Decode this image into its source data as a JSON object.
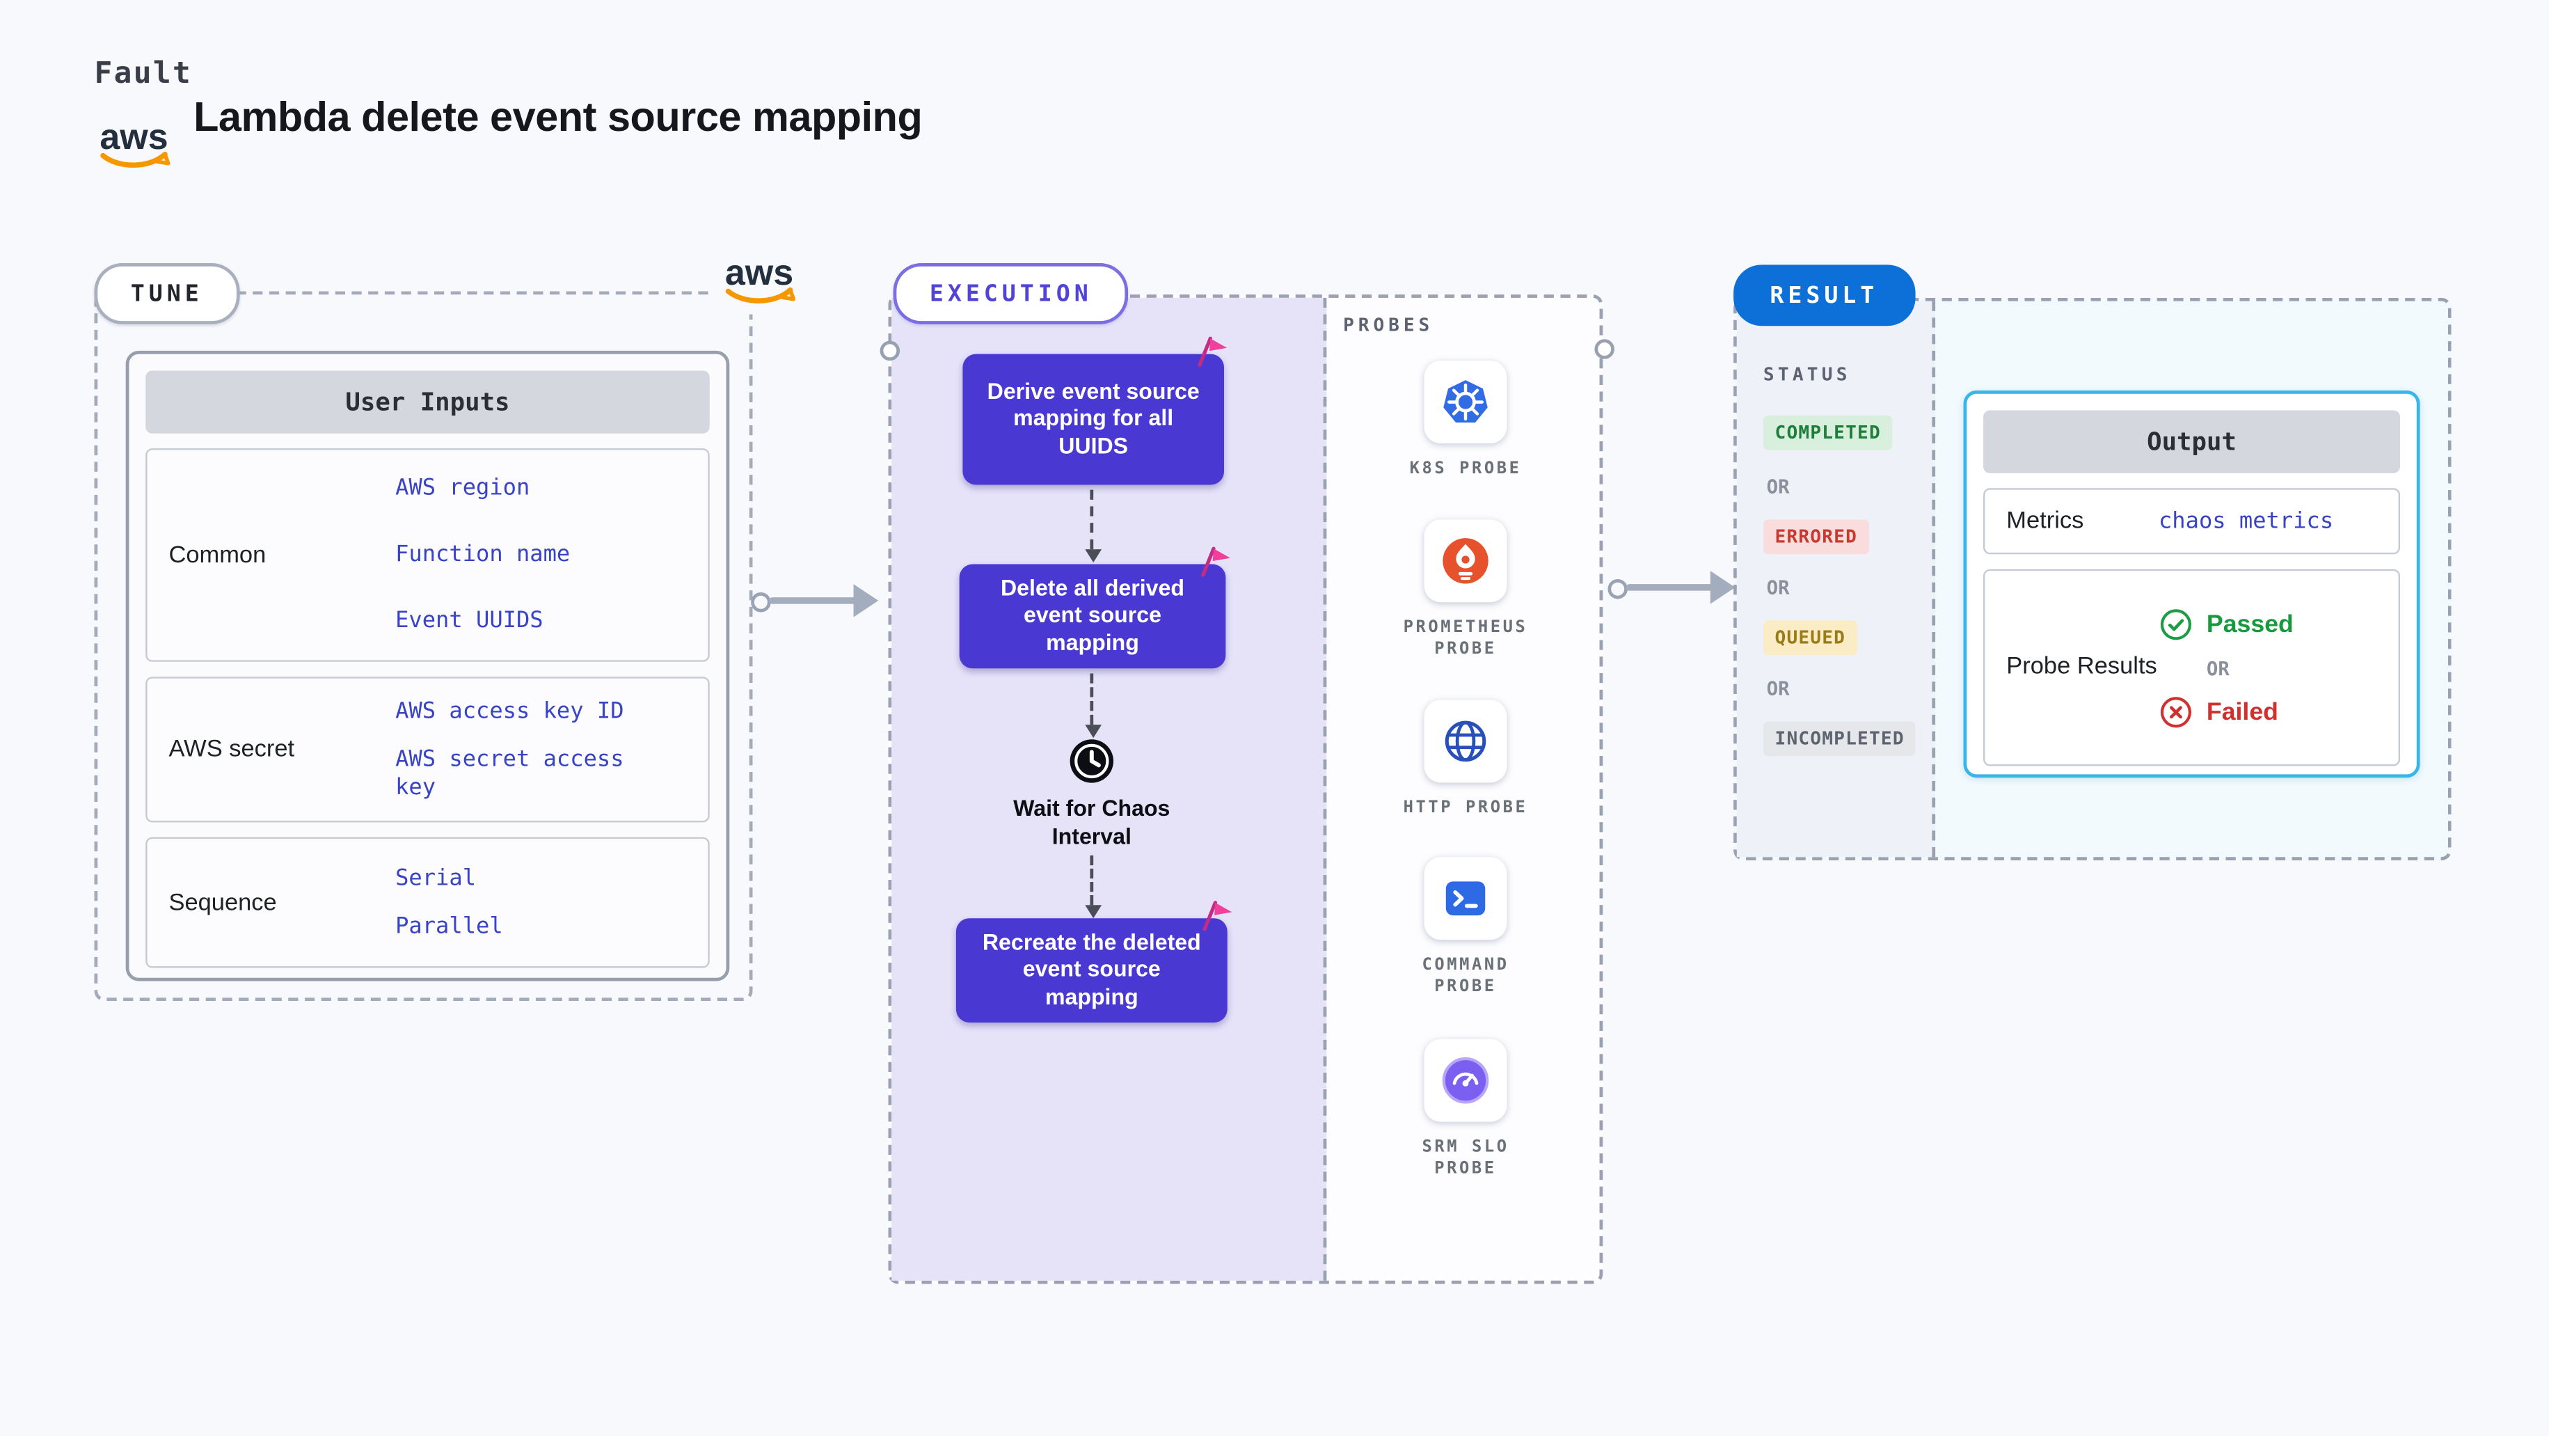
{
  "logos": {
    "aws_text": "aws"
  },
  "header": {
    "kicker": "Fault",
    "title": "Lambda delete event source mapping"
  },
  "tune": {
    "label": "TUNE",
    "user_inputs": {
      "header": "User Inputs",
      "rows": [
        {
          "label": "Common",
          "values": [
            "AWS region",
            "Function name",
            "Event UUIDS"
          ]
        },
        {
          "label": "AWS secret",
          "values": [
            "AWS access key ID",
            "AWS secret access key"
          ]
        },
        {
          "label": "Sequence",
          "values": [
            "Serial",
            "Parallel"
          ]
        }
      ]
    }
  },
  "execution": {
    "label": "EXECUTION",
    "actions": [
      "Derive event source mapping for all UUIDS",
      "Delete all derived event source mapping",
      "Recreate the deleted event source mapping"
    ],
    "wait_label": "Wait for Chaos Interval",
    "probes": {
      "heading": "PROBES",
      "items": [
        {
          "name": "k8s-probe",
          "label": "K8S PROBE"
        },
        {
          "name": "prometheus-probe",
          "label": "PROMETHEUS PROBE"
        },
        {
          "name": "http-probe",
          "label": "HTTP PROBE"
        },
        {
          "name": "command-probe",
          "label": "COMMAND PROBE"
        },
        {
          "name": "srm-slo-probe",
          "label": "SRM SLO PROBE"
        }
      ]
    }
  },
  "result": {
    "label": "RESULT",
    "status": {
      "heading": "STATUS",
      "or": "OR",
      "badges": [
        {
          "text": "COMPLETED",
          "tone": "green"
        },
        {
          "text": "ERRORED",
          "tone": "red"
        },
        {
          "text": "QUEUED",
          "tone": "yellow"
        },
        {
          "text": "INCOMPLETED",
          "tone": "gray"
        }
      ]
    },
    "output": {
      "header": "Output",
      "metrics_label": "Metrics",
      "metrics_value": "chaos metrics",
      "probe_results_label": "Probe Results",
      "passed": "Passed",
      "or": "OR",
      "failed": "Failed"
    }
  },
  "colors": {
    "page_bg": "#f8f9fc",
    "action_purple": "#4a38d2",
    "execution_panel": "#e6e3f9",
    "link_blue": "#3843c6",
    "result_blue": "#0d6fd8",
    "output_border": "#38b6e8",
    "status_completed": "#1c7e38",
    "status_errored": "#c63a31",
    "status_queued": "#9a7b17",
    "status_incompleted": "#5d6470",
    "passed_green": "#169a3d",
    "failed_red": "#d22f2f",
    "aws_orange": "#f79700",
    "flag_pink": "#f0409c"
  }
}
